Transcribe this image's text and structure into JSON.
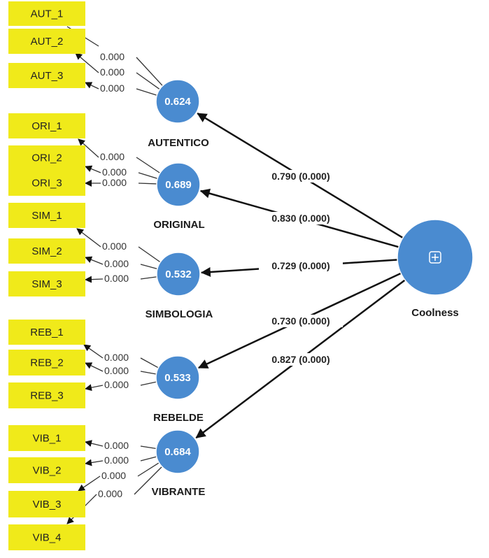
{
  "diagram": {
    "type": "pls-sem-path-model",
    "colors": {
      "indicator_fill": "#f0ea1a",
      "construct_fill": "#4a8bd0",
      "edge": "#111111"
    },
    "second_order": {
      "name": "Coolness",
      "icon": "expand-plus-icon"
    },
    "constructs": [
      {
        "id": "autentico",
        "label": "AUTENTICO",
        "r2": "0.624",
        "path_label": "0.790 (0.000)",
        "indicators": [
          {
            "label": "AUT_1",
            "loading": ""
          },
          {
            "label": "AUT_2",
            "loading": "0.000"
          },
          {
            "label": "AUT_3",
            "loading": "0.000"
          }
        ],
        "loading_labels": [
          "0.000",
          "0.000",
          "0.000"
        ]
      },
      {
        "id": "original",
        "label": "ORIGINAL",
        "r2": "0.689",
        "path_label": "0.830 (0.000)",
        "indicators": [
          {
            "label": "ORI_1"
          },
          {
            "label": "ORI_2"
          },
          {
            "label": "ORI_3"
          }
        ],
        "loading_labels": [
          "0.000",
          "0.000",
          "0.000"
        ]
      },
      {
        "id": "simbologia",
        "label": "SIMBOLOGIA",
        "r2": "0.532",
        "path_label": "0.729 (0.000)",
        "indicators": [
          {
            "label": "SIM_1"
          },
          {
            "label": "SIM_2"
          },
          {
            "label": "SIM_3"
          }
        ],
        "loading_labels": [
          "0.000",
          "0.000",
          "0.000"
        ]
      },
      {
        "id": "rebelde",
        "label": "REBELDE",
        "r2": "0.533",
        "path_label": "0.730 (0.000)",
        "indicators": [
          {
            "label": "REB_1"
          },
          {
            "label": "REB_2"
          },
          {
            "label": "REB_3"
          }
        ],
        "loading_labels": [
          "0.000",
          "0.000",
          "0.000"
        ]
      },
      {
        "id": "vibrante",
        "label": "VIBRANTE",
        "r2": "0.684",
        "path_label": "0.827 (0.000)",
        "indicators": [
          {
            "label": "VIB_1"
          },
          {
            "label": "VIB_2"
          },
          {
            "label": "VIB_3"
          },
          {
            "label": "VIB_4"
          }
        ],
        "loading_labels": [
          "0.000",
          "0.000",
          "0.000",
          "0.000"
        ]
      }
    ]
  }
}
